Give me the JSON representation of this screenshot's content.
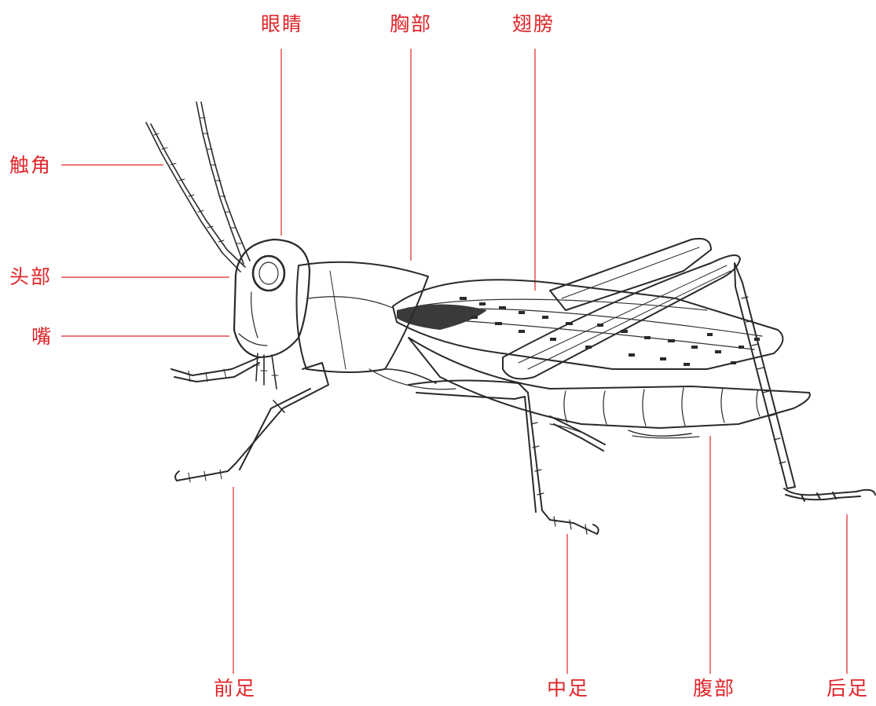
{
  "colors": {
    "label": "#e0262a",
    "leader": "#e0262a",
    "ink": "#2a2a2a"
  },
  "labels": {
    "eye": "眼睛",
    "thorax": "胸部",
    "wings": "翅膀",
    "antenna": "触角",
    "head": "头部",
    "mouth": "嘴",
    "foreleg": "前足",
    "midleg": "中足",
    "abdomen": "腹部",
    "hindleg": "后足"
  }
}
